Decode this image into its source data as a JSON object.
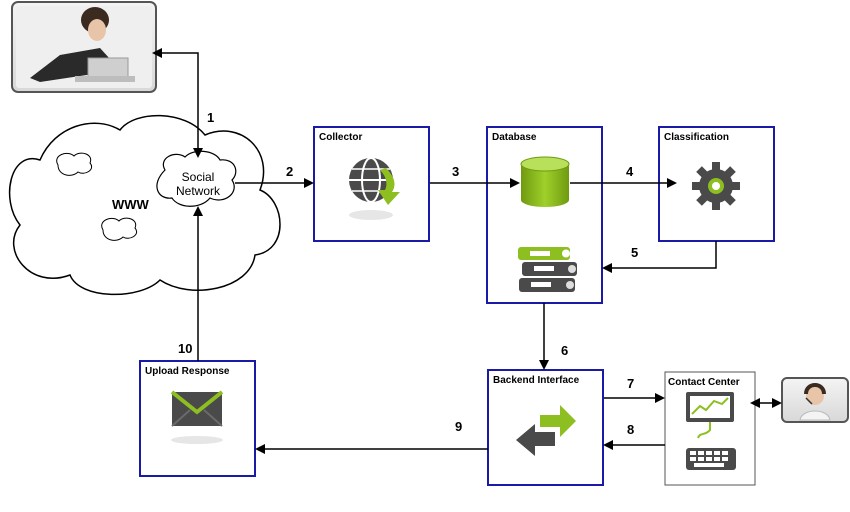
{
  "nodes": {
    "collector": "Collector",
    "database": "Database",
    "classification": "Classification",
    "backend_interface": "Backend Interface",
    "upload_response": "Upload Response",
    "contact_center": "Contact Center",
    "social_network_line1": "Social",
    "social_network_line2": "Network",
    "www": "WWW"
  },
  "steps": [
    "1",
    "2",
    "3",
    "4",
    "5",
    "6",
    "7",
    "8",
    "9",
    "10"
  ],
  "colors": {
    "box_border": "#1a1aa6",
    "accent_green": "#8cbf1f",
    "icon_dark": "#4a4a4a"
  },
  "icons": {
    "user_photo": "woman-laptop-photo",
    "agent_photo": "headset-agent-photo",
    "collector": "globe-download-icon",
    "database": "database-cylinder-icon",
    "binders": "binders-icon",
    "classification": "gear-icon",
    "backend": "exchange-arrows-icon",
    "upload": "envelope-icon",
    "contact_center": "computer-keyboard-icon"
  }
}
